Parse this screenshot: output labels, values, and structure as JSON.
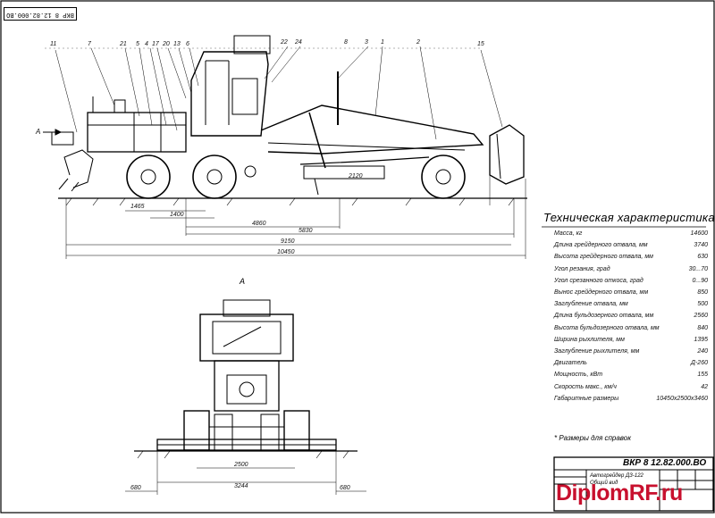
{
  "stamp": "ВКР 8 12.82.000.ВО",
  "specs": {
    "title": "Техническая характеристика",
    "rows": [
      {
        "label": "Масса, кг",
        "value": "14600"
      },
      {
        "label": "Длина грейдерного отвала, мм",
        "value": "3740"
      },
      {
        "label": "Высота грейдерного отвала, мм",
        "value": "630"
      },
      {
        "label": "Угол резания, град",
        "value": "30...70"
      },
      {
        "label": "Угол срезанного откоса, град",
        "value": "0...90"
      },
      {
        "label": "Вынос грейдерного отвала, мм",
        "value": "850"
      },
      {
        "label": "Заглубление отвала, мм",
        "value": "500"
      },
      {
        "label": "Длина бульдозерного отвала, мм",
        "value": "2560"
      },
      {
        "label": "Высота бульдозерного отвала, мм",
        "value": "840"
      },
      {
        "label": "Ширина рыхлителя, мм",
        "value": "1395"
      },
      {
        "label": "Заглубление рыхлителя, мм",
        "value": "240"
      },
      {
        "label": "Двигатель",
        "value": "Д-260"
      },
      {
        "label": "Мощность, кВт",
        "value": "155"
      },
      {
        "label": "Скорость макс., км/ч",
        "value": "42"
      },
      {
        "label": "Габаритные размеры",
        "value": "10450х2500х3460"
      }
    ]
  },
  "note": "* Размеры для справок",
  "title_block": {
    "code": "ВКР 8 12.82.000.ВО",
    "name": "Автогрейдер ДЗ-122",
    "subtitle": "Общий вид"
  },
  "watermark": "DiplomRF.ru",
  "side_view": {
    "callouts": [
      "11",
      "7",
      "21",
      "5",
      "4",
      "17",
      "20",
      "13",
      "6",
      "22",
      "24",
      "8",
      "3",
      "1",
      "2",
      "15"
    ],
    "dimensions": [
      "1465",
      "1400",
      "4860",
      "5830",
      "9150",
      "10450",
      "2120"
    ],
    "view_arrow": "A"
  },
  "front_view": {
    "title": "A",
    "dimensions": [
      "2500",
      "3244",
      "680",
      "680"
    ]
  }
}
